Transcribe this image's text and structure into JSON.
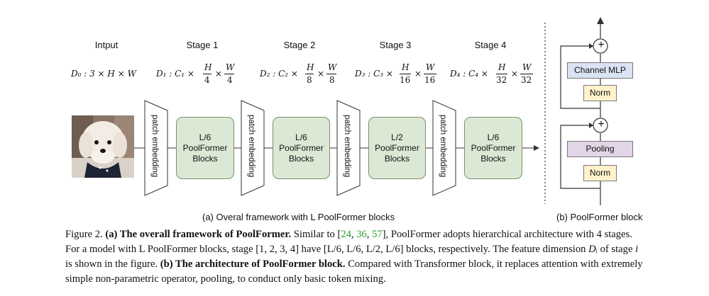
{
  "framework": {
    "stages": [
      {
        "label": "Intput",
        "dim": "D₀ : 3 × H × W"
      },
      {
        "label": "Stage 1",
        "dim_prefix": "D₁ : C₁ ×",
        "h_den": "4",
        "w_den": "4"
      },
      {
        "label": "Stage 2",
        "dim_prefix": "D₂ : C₂ ×",
        "h_den": "8",
        "w_den": "8"
      },
      {
        "label": "Stage 3",
        "dim_prefix": "D₃ : C₃ ×",
        "h_den": "16",
        "w_den": "16"
      },
      {
        "label": "Stage 4",
        "dim_prefix": "D₄ : C₄ ×",
        "h_den": "32",
        "w_den": "32"
      }
    ],
    "frac_h": "H",
    "frac_w": "W",
    "times": "×",
    "patch_embedding_label": "patch embedding",
    "blocks": [
      {
        "line1": "L/6",
        "line2": "PoolFormer",
        "line3": "Blocks"
      },
      {
        "line1": "L/6",
        "line2": "PoolFormer",
        "line3": "Blocks"
      },
      {
        "line1": "L/2",
        "line2": "PoolFormer",
        "line3": "Blocks"
      },
      {
        "line1": "L/6",
        "line2": "PoolFormer",
        "line3": "Blocks"
      }
    ],
    "subcaption": "(a) Overal framework with L PoolFormer blocks"
  },
  "block_detail": {
    "channel_mlp": "Channel MLP",
    "norm": "Norm",
    "pooling": "Pooling",
    "plus": "+",
    "subcaption": "(b) PoolFormer block"
  },
  "caption": {
    "fig": "Figure 2.",
    "a_bold": "(a) The overall framework of PoolFormer.",
    "a_text1": "Similar to [",
    "cite1": "24",
    "comma1": ", ",
    "cite2": "36",
    "comma2": ", ",
    "cite3": "57",
    "a_text2": "], PoolFormer adopts hierarchical architecture with 4 stages.",
    "line2": "For a model with L PoolFormer blocks, stage [1, 2, 3, 4] have [L/6, L/6, L/2, L/6] blocks, respectively. The feature dimension",
    "di": "Dᵢ",
    "line2b": "of stage",
    "i": "i",
    "line3a": "is shown in the figure.",
    "b_bold": "(b) The architecture of PoolFormer block.",
    "line3b": "Compared with Transformer block, it replaces attention with extremely",
    "line4": "simple non-parametric operator, pooling, to conduct only basic token mixing."
  }
}
